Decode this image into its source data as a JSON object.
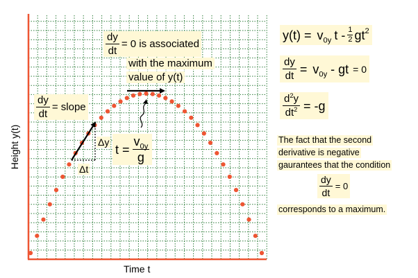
{
  "axes": {
    "ylabel": "Height y(t)",
    "xlabel": "Time t"
  },
  "trajectory": {
    "points_count": 37,
    "color": "#ee5533",
    "grid_color": "#2e7d3a"
  },
  "annotations": {
    "max_note": {
      "numerator": "dy",
      "denominator": "dt",
      "line1": "= 0 is associated",
      "line2": "with the maximum",
      "line3": "value of y(t)"
    },
    "slope": {
      "numerator": "dy",
      "denominator": "dt",
      "text": "= slope"
    },
    "delta_y": "Δy",
    "delta_t": "Δt",
    "time_at_max": {
      "lhs": "t =",
      "num_main": "v",
      "num_sub": "0y",
      "den": "g"
    }
  },
  "equations": {
    "eq1": {
      "lhs": "y(t) =",
      "v": "v",
      "v_sub": "0y",
      "t": "t -",
      "half_num": "1",
      "half_den": "2",
      "gt": "gt",
      "sq": "2"
    },
    "eq2": {
      "num": "dy",
      "den": "dt",
      "eq": "=",
      "v": "v",
      "v_sub": "0y",
      "rest": "- gt",
      "zero": "= 0"
    },
    "eq3": {
      "num_d": "d",
      "num_sup": "2",
      "num_y": "y",
      "den_dt": "dt",
      "den_sup": "2",
      "rhs": "= -g"
    }
  },
  "explanation": {
    "line1": "The fact that the second",
    "line2": "derivative is negative",
    "line3": "gaurantees that the condition",
    "cond_num": "dy",
    "cond_den": "dt",
    "cond_rhs": "= 0",
    "line4": "corresponds to a maximum."
  }
}
